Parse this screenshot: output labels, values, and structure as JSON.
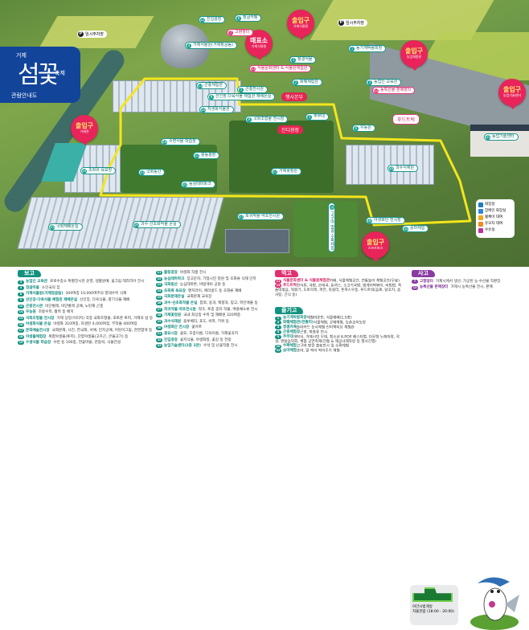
{
  "title": {
    "top": "거제",
    "main": "섬꽃",
    "suffix": "축제",
    "sub": "관람안내도"
  },
  "colors": {
    "route": "#f5e51b",
    "gate": "#e8245a",
    "title_bg": "#12449a",
    "see": "#12927f",
    "eat": "#e0306f",
    "buy": "#8a3aa0"
  },
  "gates": [
    {
      "label": "출입구",
      "sub": "거제식물원"
    },
    {
      "label": "매표소",
      "sub": "거제식물원"
    },
    {
      "label": "출입구",
      "sub": "농업체험관"
    },
    {
      "label": "출입구",
      "sub": "농업기술센터"
    },
    {
      "label": "출입구",
      "sub": "거제관"
    },
    {
      "label": "출입구",
      "sub": "스포츠파크"
    }
  ],
  "parking": [
    "임시주차장",
    "임시주차장"
  ],
  "map_labels": [
    {
      "n": "22",
      "t": "진입광장"
    },
    {
      "n": "6",
      "t": "정글카페"
    },
    {
      "n": "7",
      "t": "고향장터"
    },
    {
      "n": "4",
      "t": "거제식물원(거제정글돔)"
    },
    {
      "n": "1",
      "t": "농기계박람회장"
    },
    {
      "n": "3",
      "t": "청결식물"
    },
    {
      "n": "11",
      "t": "식물문화센터 & 식물원체험관"
    },
    {
      "n": "2",
      "t": "화훼체험관"
    },
    {
      "n": "3",
      "t": "농업인 교육관"
    },
    {
      "n": "12",
      "t": "농특산물 판매장터"
    },
    {
      "n": "13",
      "t": "곤충체험관"
    },
    {
      "n": "5",
      "t": "곤충전시관"
    },
    {
      "n": "9",
      "t": "선인장·다육식물 체험관 재배온실"
    },
    {
      "n": "16",
      "t": "자생화식물관"
    },
    {
      "n": "8",
      "t": "국화조형물 전시장"
    },
    {
      "n": "5",
      "t": "주무대"
    },
    {
      "n": "6",
      "t": "우농원"
    },
    {
      "n": "18",
      "t": "수변식물 학습장"
    },
    {
      "n": "21",
      "t": "활동광장"
    },
    {
      "n": "23",
      "t": "국화동산"
    },
    {
      "n": "22",
      "t": "농심테마파크"
    },
    {
      "n": "27",
      "t": "거제꽃정원"
    },
    {
      "n": "24",
      "t": "초화류 육묘장"
    },
    {
      "n": "25",
      "t": "국화재배온실"
    },
    {
      "n": "26",
      "t": "과수·선초화작물 온실"
    },
    {
      "n": "27",
      "t": "희귀작물·약초전시원"
    },
    {
      "n": "6",
      "t": "고구마·땅콩 수확체험"
    },
    {
      "n": "28",
      "t": "과수식재원"
    },
    {
      "n": "30",
      "t": "야생화단 전시장"
    },
    {
      "n": "31",
      "t": "농업기술센터"
    },
    {
      "n": "32",
      "t": "승마체험"
    }
  ],
  "map_pills": [
    "행사본부",
    "잔디광장",
    "푸드트럭"
  ],
  "facilities": [
    "화장실",
    "장애인 화장실",
    "휠체어 대여",
    "유모차 대여",
    "수유실"
  ],
  "legend": {
    "see": {
      "title": "보고",
      "items": [
        {
          "n": "3",
          "k": "농업인 교육관",
          "v": "로로수종소 특별전시관 운영, 생활원예, 꽃그림 테라리아 전시"
        },
        {
          "n": "4",
          "k": "정글마을",
          "v": "소인국의 집"
        },
        {
          "n": "8",
          "k": "거제식물원(거제정글돔)",
          "v": "300여종 10,000여주의 열대수목 식재"
        },
        {
          "n": "9",
          "k": "선인장·다육식물 체험관 재배온실",
          "v": "선인장, 다육식물, 향기식물 재배"
        },
        {
          "n": "10",
          "k": "곤충전시관",
          "v": "비단벌레, 비단벌레 공예, 노린재 곤충"
        },
        {
          "n": "14",
          "k": "우농원",
          "v": "조롱수목, 활목 등 배치"
        },
        {
          "n": "15",
          "k": "국화조형물 전시장",
          "v": "거제 상징(이미지) 각종 국화조형물, 포토존 토피, 거제의 섬 등"
        },
        {
          "n": "16",
          "k": "야생화식물 온실",
          "v": "야생화 310여종, 자생란 4,000여점, 부작물 400여점"
        },
        {
          "n": "17",
          "k": "문화예술전시장",
          "v": "국화분재, 사진, 한국화, 서예, 민지공예, 어린이그림, 천연염색 등"
        },
        {
          "n": "18",
          "k": "야생물체험장",
          "v": "복합야생물(토끼), 단양야생물(고흐곤, 큰물고기) 등"
        },
        {
          "n": "19",
          "k": "수생식물 학습장",
          "v": "수련 등 100종, 연꽃마을, 관람석, 식물전설"
        }
      ],
      "items2": [
        {
          "n": "21",
          "k": "활동광장",
          "v": "야생화 작품 전시"
        },
        {
          "n": "22",
          "k": "농심테마파크",
          "v": "장고문자, 기업시민 정원 및 초화류 식재 단지"
        },
        {
          "n": "23",
          "k": "국화동산",
          "v": "농심테마존, 바람개비 공원 등"
        },
        {
          "n": "24",
          "k": "초화류 육묘장",
          "v": "팬지라이, 메리골드 등 초화류 재배"
        },
        {
          "n": "25",
          "k": "국화분재온실",
          "v": "국화분재 교육장"
        },
        {
          "n": "26",
          "k": "과수·선초화작물 온실",
          "v": "참외, 용과, 백향과, 망고, 파인애플 등"
        },
        {
          "n": "27",
          "k": "희귀작물·약초전시원",
          "v": "약초, 토종 종자 작물, 여름채소류 전시"
        },
        {
          "n": "28",
          "k": "거제꽃정원",
          "v": "국내 최상종 수목 및 재배원 320여종"
        },
        {
          "n": "29",
          "k": "과수식재원",
          "v": "블루베리, 포도, 비파, 키위 등"
        },
        {
          "n": "30",
          "k": "야생화단 전시장",
          "v": "꽃아르"
        },
        {
          "n": "31",
          "k": "꽃묘시장",
          "v": "꽃묘, 모종이름, 다육이름, 거제꽃꼭지"
        },
        {
          "n": "32",
          "k": "진입광장",
          "v": "꽃지식물, 야생화정, 꽃길 등 전망"
        },
        {
          "n": "33",
          "k": "농업기술센터(2층 2관)",
          "v": "수석 및 난꽃작품 전시"
        }
      ]
    },
    "eat": {
      "title": "먹고",
      "items": [
        {
          "n": "11",
          "k": "식물문화센터 & 식물원체험관",
          "v": "카페, 식물체험공간, 전통놀이 체험공간(무료)"
        },
        {
          "n": "13",
          "k": "푸드트럭",
          "v": "한식류, 국밥, 순대국, 돈까스, 소고기국밥, 범계어떡볶이, 비빔밥, 족술떡볶음, 떡볶기, 도토리묵, 파전, 막걸리, 돈까스우동, 푸드트럭(음료, 닭꼬치, 솜사탕, 간식 등)"
        }
      ]
    },
    "enjoy": {
      "title": "즐기고",
      "items": [
        {
          "n": "1",
          "k": "농기계박람회장",
          "v": "체험마운틴, 식물재배(1,5층)"
        },
        {
          "n": "2",
          "k": "화훼체험관(전통미)",
          "v": "식물체험, 공예체험, 농촌교육농장"
        },
        {
          "n": "3",
          "k": "청결카페",
          "v": "솔라카드 농사체험 인터액티브 체험관"
        },
        {
          "n": "4",
          "k": "곤충체험장",
          "v": "곤충, 파충류 전시"
        },
        {
          "n": "5",
          "k": "주무대",
          "v": "개막식, 거제시민 무대, 청소년 K-POP 페스티벌, 다문화 노래자랑, 각설, 멘탈음악회, 체험 공연축제(전통 & 재공녀래자랑 등 행사진행)"
        },
        {
          "n": "20",
          "k": "수확체험",
          "v": "고구마 땅콩 출토전시 및 수확체험"
        },
        {
          "n": "32",
          "k": "승마체험",
          "v": "승마, 말 먹이 먹이주기 체험"
        }
      ]
    },
    "buy": {
      "title": "사고",
      "items": [
        {
          "n": "7",
          "k": "고향장터",
          "v": "거제시에서 생산, 가공된 농·수산물 직판장"
        },
        {
          "n": "12",
          "k": "농특산물 판매장터",
          "v": "거제시 농특산물 전시, 판매"
        }
      ]
    },
    "night": {
      "title": "야간시범개방",
      "time": "자율관람 (18:00 - 20:00)"
    }
  }
}
